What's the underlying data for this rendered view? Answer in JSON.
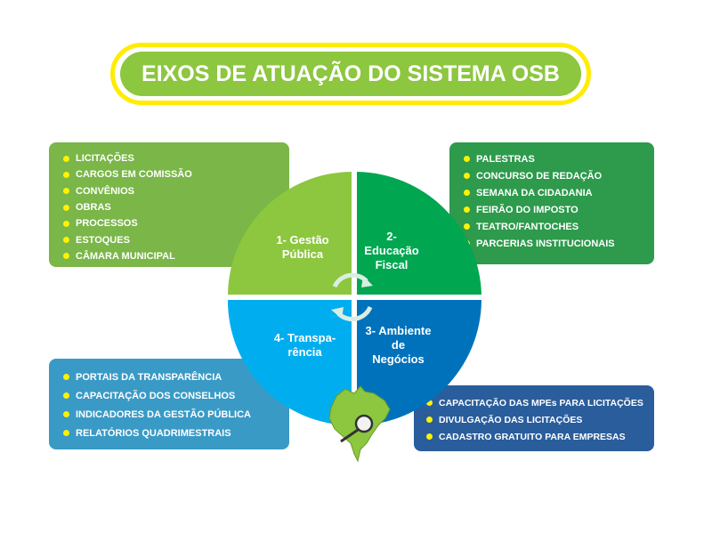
{
  "title": "EIXOS DE ATUAÇÃO DO SISTEMA OSB",
  "quadrants": [
    {
      "label": "1- Gestão Pública",
      "line1": "1- Gestão",
      "line2": "Pública",
      "color": "#8dc63f"
    },
    {
      "label": "2- Educação Fiscal",
      "line1": "2-",
      "line2": "Educação",
      "line3": "Fiscal",
      "color": "#00a650"
    },
    {
      "label": "3- Ambiente de Negócios",
      "line1": "3- Ambiente",
      "line2": "de",
      "line3": "Negócios",
      "color": "#0072bc"
    },
    {
      "label": "4- Transparência",
      "line1": "4- Transpa-",
      "line2": "rência",
      "color": "#00aeef"
    }
  ],
  "gestao_publica": [
    "LICITAÇÕES",
    "CARGOS EM COMISSÃO",
    "CONVÊNIOS",
    "OBRAS",
    "PROCESSOS",
    "ESTOQUES",
    "CÂMARA MUNICIPAL"
  ],
  "educacao_fiscal": [
    "PALESTRAS",
    "CONCURSO DE REDAÇÃO",
    "SEMANA DA CIDADANIA",
    "FEIRÃO DO IMPOSTO",
    "TEATRO/FANTOCHES",
    "PARCERIAS INSTITUCIONAIS"
  ],
  "transparencia": [
    "PORTAIS DA TRANSPARÊNCIA",
    "CAPACITAÇÃO DOS CONSELHOS",
    "INDICADORES DA GESTÃO PÚBLICA",
    "RELATÓRIOS QUADRIMESTRAIS"
  ],
  "ambiente_negocios": [
    "CAPACITAÇÃO DAS MPEs PARA LICITAÇÕES",
    "DIVULGAÇÃO DAS LICITAÇÕES",
    "CADASTRO GRATUITO PARA EMPRESAS"
  ]
}
